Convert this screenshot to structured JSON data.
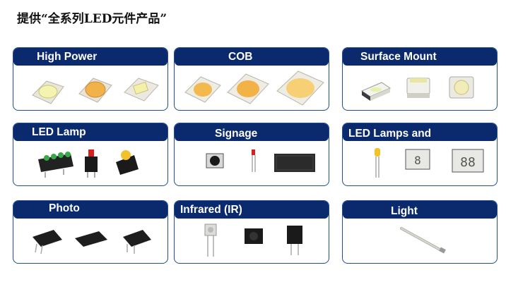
{
  "page": {
    "title": "提供“全系列LED元件产品”"
  },
  "cards": {
    "high_power": {
      "label": "High Power"
    },
    "cob": {
      "label": "COB"
    },
    "surface_mount": {
      "label": "Surface Mount"
    },
    "led_lamp": {
      "label": "LED Lamp"
    },
    "signage": {
      "label": "Signage"
    },
    "led_lamps_and": {
      "label": "LED Lamps and"
    },
    "photo": {
      "label": "Photo"
    },
    "infrared": {
      "label": "Infrared (IR)"
    },
    "light": {
      "label": "Light"
    }
  },
  "colors": {
    "header_bg": "#0b2a6e",
    "card_border": "#1f4e8c",
    "led_yellow": "#f0b040",
    "led_green": "#2a8a3a",
    "led_red": "#d42020"
  },
  "icons": [
    "high-power-led-icon",
    "cob-led-icon",
    "smd-led-icon",
    "led-lamp-icon",
    "signage-led-icon",
    "seven-segment-display-icon",
    "photocoupler-icon",
    "infrared-sensor-icon",
    "light-pipe-icon"
  ]
}
